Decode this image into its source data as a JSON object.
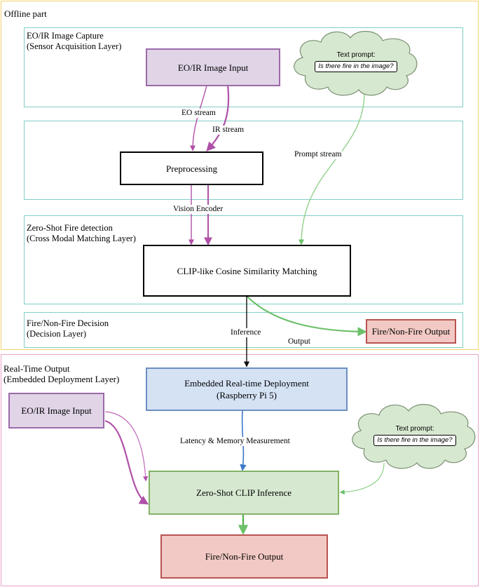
{
  "offline": {
    "title": "Offline part",
    "layers": {
      "capture": {
        "line1": "EO/IR Image Capture",
        "line2": "(Sensor Acquisition Layer)"
      },
      "detection": {
        "line1": "Zero-Shot Fire detection",
        "line2": "(Cross Modal  Matching Layer)"
      },
      "decision": {
        "line1": "Fire/Non-Fire Decision",
        "line2": "(Decision Layer)"
      }
    },
    "nodes": {
      "image_input": "EO/IR Image Input",
      "preprocessing": "Preprocessing",
      "clip_matching": "CLIP-like Cosine Similarity Matching",
      "output": "Fire/Non-Fire Output"
    },
    "cloud": {
      "title": "Text prompt:",
      "prompt": "Is there fire in the image?"
    },
    "edges": {
      "eo_stream": "EO stream",
      "ir_stream": "IR stream",
      "prompt_stream": "Prompt stream",
      "vision_encoder": "Vision Encoder",
      "inference": "Inference",
      "output": "Output"
    }
  },
  "realtime": {
    "title_line1": "Real-Time Output",
    "title_line2": "(Embedded Deployment Layer)",
    "nodes": {
      "image_input": "EO/IR Image Input",
      "deployment_line1": "Embedded Real-time Deployment",
      "deployment_line2": "(Raspberry Pi 5)",
      "clip_inference": "Zero-Shot CLIP Inference",
      "output": "Fire/Non-Fire Output"
    },
    "cloud": {
      "title": "Text prompt:",
      "prompt": "Is there fire in the image?"
    },
    "edges": {
      "latency": "Latency & Memory Measurement"
    }
  },
  "colors": {
    "offline_border": "#f5d16b",
    "realtime_border": "#e6a3c6",
    "layer_border": "#7fcfc6",
    "purple_arrow": "#b050a8",
    "green_arrow": "#6cc06a",
    "blue_arrow": "#3c78c8"
  }
}
